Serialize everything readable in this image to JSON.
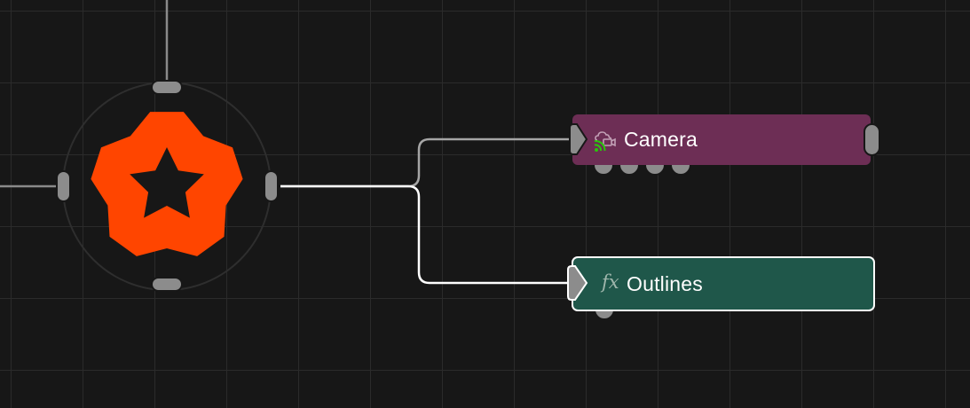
{
  "canvas": {
    "grid_color": "#2b2b2b",
    "background": "#171717"
  },
  "hub_node": {
    "icon": "flower-badge-icon",
    "color": "#ff4500"
  },
  "nodes": [
    {
      "id": "camera",
      "label": "Camera",
      "icon": "camera-cloud-icon",
      "status_icon": "wifi-icon",
      "status_color": "#29c60b",
      "color": "#6d2e55",
      "output_ports": 4
    },
    {
      "id": "outlines",
      "label": "Outlines",
      "icon_text": "fx",
      "color": "#1f574a",
      "selected": true,
      "output_ports": 1
    }
  ]
}
